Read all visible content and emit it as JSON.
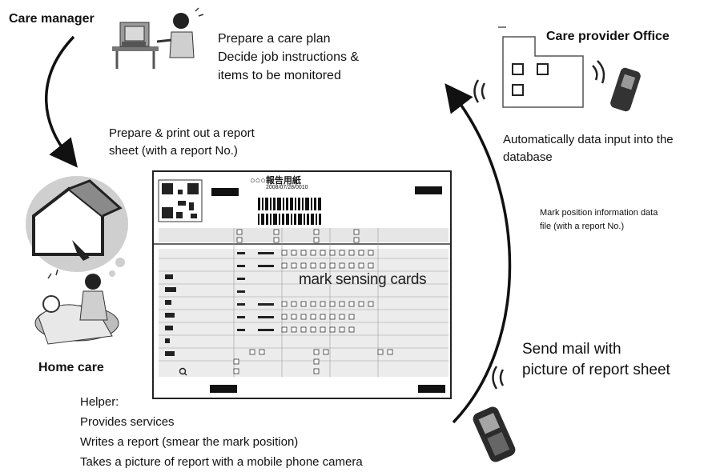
{
  "nodes": {
    "care_manager": "Care manager",
    "care_manager_tasks": [
      "Prepare a care plan",
      "Decide job instructions &",
      "items to be monitored"
    ],
    "office": "Care provider  Office",
    "auto_input": [
      "Automatically data input into the",
      "database"
    ],
    "mark_file": [
      "Mark position  information data",
      "file (with a report No.)"
    ],
    "prepare_sheet": [
      "Prepare & print out a report",
      "sheet  (with a report No.)"
    ],
    "home_care": "Home care",
    "sheet_title": "○○○報告用紙",
    "sheet_sub": "2008/07/28/0010",
    "overlay": "mark sensing cards",
    "send_mail": [
      "Send mail with",
      "picture of report sheet"
    ],
    "helper": [
      "Helper:",
      "Provides services",
      "Writes a report (smear the mark position)",
      "Takes a picture of report with a mobile phone camera"
    ]
  },
  "icons": [
    "computer-desk-icon",
    "office-building-icon",
    "mobile-phone-icon",
    "house-icon",
    "caregiver-patient-icon",
    "qr-code-icon",
    "barcode-icon",
    "wireless-signal-icon",
    "magnifier-icon"
  ]
}
